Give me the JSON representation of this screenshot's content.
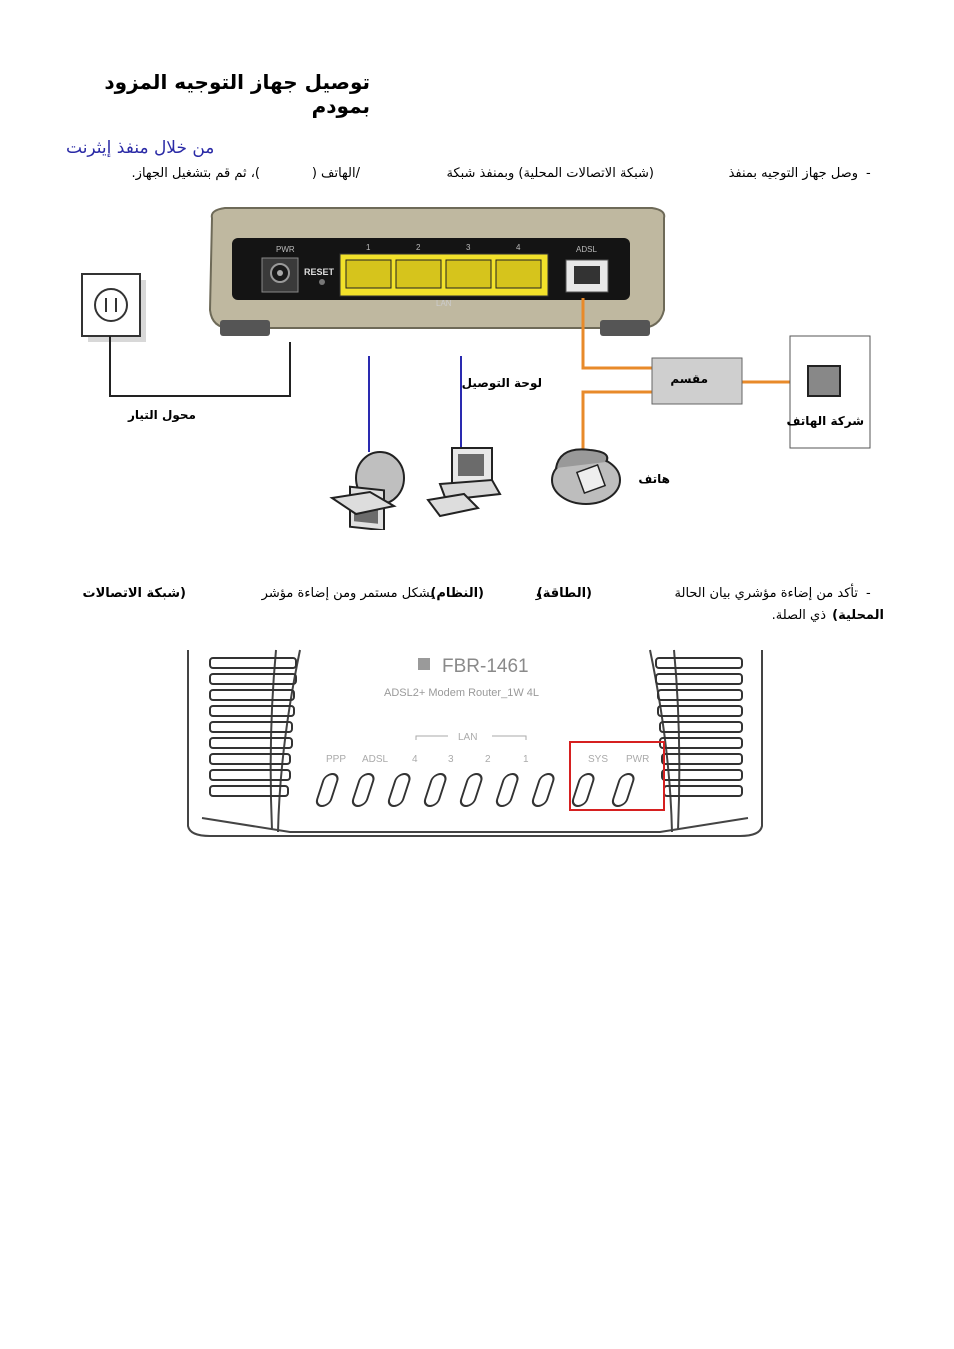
{
  "title": "توصيل جهاز التوجيه المزود بمودم",
  "subtitle": "من خلال منفذ إيثرنت",
  "step1": {
    "bullet": "-",
    "seg_a": "وصل جهاز التوجيه بمنفذ",
    "seg_b": "(شبكة الاتصالات المحلية) وبمنفذ شبكة",
    "seg_c": "/الهاتف (",
    "seg_d": ")، ثم قم بتشغيل الجهاز."
  },
  "diagram1": {
    "port_pwr": "PWR",
    "port_reset": "RESET",
    "port_adsl": "ADSL",
    "lan_numbers": [
      "1",
      "2",
      "3",
      "4"
    ],
    "lan_label": "LAN",
    "label_adapter": "محول التيار",
    "label_hub": "لوحة التوصيل",
    "label_splitter": "مقسم",
    "label_phone": "هاتف",
    "label_telco": "شركة الهاتف"
  },
  "step2": {
    "bullet": "-",
    "seg_a": "تأكد من إضاءة مؤشري بيان الحالة",
    "power": "(الطاقة)",
    "and": "و",
    "system": "(النظام)",
    "seg_b": "بشكل مستمر ومن إضاءة مؤشر",
    "lan_net": "(شبكة الاتصالات",
    "local": "المحلية)",
    "seg_c": "ذي الصلة."
  },
  "diagram2": {
    "model": "FBR-1461",
    "subtitle": "ADSL2+ Modem Router_1W 4L",
    "lan_group": "LAN",
    "leds": [
      "PPP",
      "ADSL",
      "4",
      "3",
      "2",
      "1",
      "",
      "SYS",
      "PWR"
    ],
    "highlight_color": "#d62020"
  }
}
